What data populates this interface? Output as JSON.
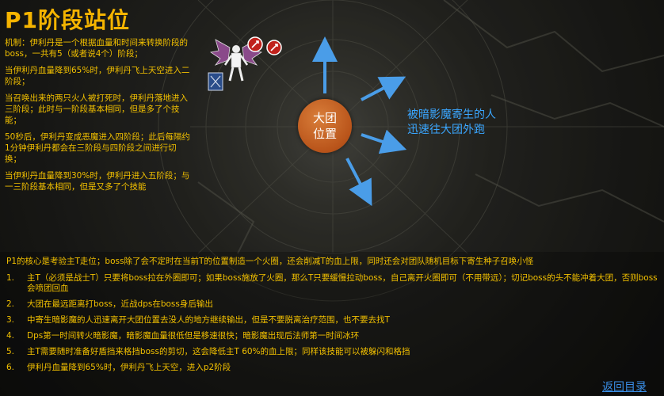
{
  "title": "P1阶段站位",
  "mechanics": [
    "机制：伊利丹是一个根据血量和时间来转换阶段的boss，一共有5（或者说4个）阶段；",
    "当伊利丹血量降到65%时，伊利丹飞上天空进入二阶段；",
    "当召唤出来的两只火人被打死时，伊利丹落地进入三阶段；此时与一阶段基本相同，但是多了个技能；",
    "50秒后，伊利丹变成恶魔进入四阶段；此后每隔约1分钟伊利丹都会在三阶段与四阶段之间进行切换；",
    "当伊利丹血量降到30%时，伊利丹进入五阶段；与一三阶段基本相同，但是又多了个技能"
  ],
  "center": {
    "line1": "大团",
    "line2": "位置",
    "color": "#b9541a"
  },
  "parasite_note": {
    "line1": "被暗影魔寄生的人",
    "line2": "迅速往大团外跑",
    "color": "#3aa6ff"
  },
  "core_line": "P1的核心是考验主T走位；boss除了会不定时在当前T的位置制造一个火圈，还会削减T的血上限，同时还会对团队随机目标下寄生种子召唤小怪",
  "steps": [
    {
      "num": "1.",
      "text": "主T（必须是战士T）只要将boss拉在外圈即可；如果boss施放了火圈，那么T只要缓慢拉动boss，自己离开火圈即可（不用带远）；切记boss的头不能冲着大团，否则boss会喷团回血"
    },
    {
      "num": "2.",
      "text": "大团在最远距离打boss，近战dps在boss身后输出"
    },
    {
      "num": "3.",
      "text": "中寄生暗影魔的人迅速离开大团位置去没人的地方继续输出，但是不要脱离治疗范围，也不要去找T"
    },
    {
      "num": "4.",
      "text": "Dps第一时间转火暗影魔，暗影魔血量很低但是移速很快；暗影魔出现后法师第一时间冰环"
    },
    {
      "num": "5.",
      "text": "主T需要随时准备好盾挡来格挡boss的剪切，这会降低主T 60%的血上限；同样该技能可以被躲闪和格挡"
    },
    {
      "num": "6.",
      "text": "伊利丹血量降到65%时，伊利丹飞上天空，进入p2阶段"
    }
  ],
  "back_link": "返回目录",
  "colors": {
    "accent": "#f2c000",
    "title": "#f5b400",
    "link": "#3a8fe8"
  },
  "icons": [
    "boss-illidan-icon",
    "tank-marker-icon",
    "shield-icon",
    "arrow-icon"
  ]
}
